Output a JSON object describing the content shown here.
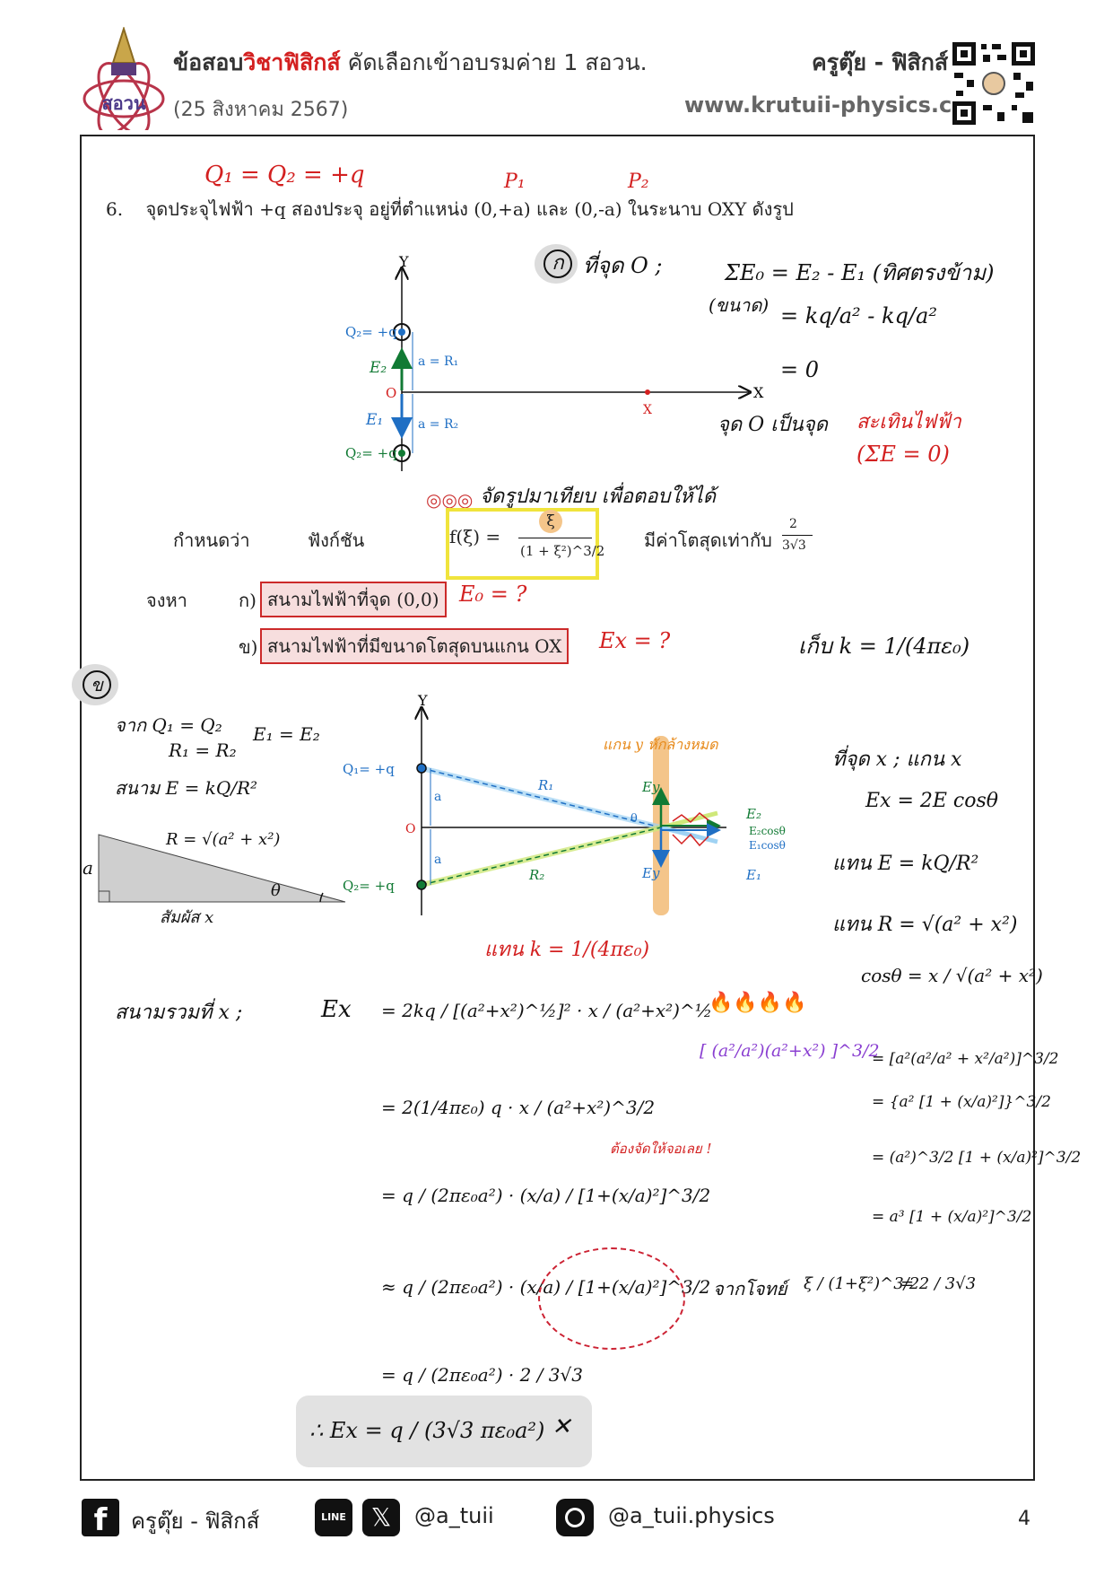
{
  "header": {
    "logo_top": "สอวน",
    "title_prefix": "ข้อสอบ",
    "title_subject": "วิชาฟิสิกส์",
    "title_suffix": " คัดเลือกเข้าอบรมค่าย 1 สอวน.",
    "date": "(25 สิงหาคม 2567)",
    "teacher": "ครูตุ๊ย - ฟิสิกส์",
    "website": "www.krutuii-physics.com"
  },
  "problem": {
    "annot_charges": "Q₁ = Q₂ = +q",
    "annot_p1": "P₁",
    "annot_p2": "P₂",
    "number": "6.",
    "statement": "จุดประจุไฟฟ้า +q สองประจุ อยู่ที่ตำแหน่ง (0,+a) และ (0,-a) ในระนาบ OXY ดังรูป",
    "define_label": "กำหนดว่า",
    "function_label": "ฟังก์ชัน",
    "function_lhs": "f(ξ) =",
    "function_num": "ξ",
    "function_den": "(1 + ξ²)^3/2",
    "max_text": "มีค่าโตสุดเท่ากับ",
    "max_num": "2",
    "max_den": "3√3",
    "find_label": "จงหา",
    "part_a_label": "ก)",
    "part_a": "สนามไฟฟ้าที่จุด (0,0)",
    "part_a_annot": "E₀ = ?",
    "part_b_label": "ข)",
    "part_b": "สนามไฟฟ้าที่มีขนาดโตสุดบนแกน OX",
    "part_b_annot": "Ex = ?",
    "hint_k": "เก็บ  k = 1/(4πε₀)",
    "compare_note": "จัดรูปมาเทียบ เพื่อตอบให้ได้"
  },
  "solution_a": {
    "badge": "ก",
    "heading": "ที่จุด O ;",
    "line1": "ΣE₀  =  E₂ - E₁   (ทิศตรงข้าม)",
    "size_label": "(ขนาด)",
    "line2": "=  kq/a²  -  kq/a²",
    "line3": "=  0",
    "conclusion": "จุด O  เป็นจุด",
    "neutral": "สะเทินไฟฟ้า",
    "neutral_eq": "(ΣE = 0)"
  },
  "figure1": {
    "axis_y": "Y",
    "axis_x": "X",
    "origin": "O",
    "x_marker": "X",
    "q2_label": "Q₂= +q",
    "q1_label": "Q₂= +q",
    "e2": "E₂",
    "e1": "E₁",
    "r1": "a = R₁",
    "r2": "a = R₂"
  },
  "solution_b": {
    "badge": "ข",
    "from": "จาก   Q₁ = Q₂",
    "from2": "R₁ = R₂",
    "equal": "E₁ = E₂",
    "field_formula": "สนาม  E = kQ/R²",
    "hyp_label": "R = √(a² + x²)",
    "side_a": "a",
    "angle": "θ",
    "base": "สัมผัส  x",
    "at_x": "ที่จุด  x  ;  แกน x",
    "ex_eq": "Ex  =  2E cosθ",
    "sub_e": "แทน   E = kQ/R²",
    "sub_r": "แทน   R = √(a² + x²)",
    "cos_eq": "cosθ  =  x / √(a² + x²)",
    "y_cancel": "แกน y หักล้างหมด",
    "sub_k": "แทน  k = 1/(4πε₀)",
    "total_label": "สนามรวมที่ x ;",
    "ex_lhs": "Ex",
    "step1": "=  2kq / [(a²+x²)^½]²  ·  x / (a²+x²)^½",
    "step2": "=  2(1/4πε₀) q  ·  x / (a²+x²)^3/2",
    "must_fix": "ต้องจัดให้จอเลย !",
    "step3": "=  q / (2πε₀a²)  ·  (x/a) / [1+(x/a)²]^3/2",
    "step4": "≈  q / (2πε₀a²)  ·  (x/a) / [1+(x/a)²]^3/2",
    "from_given": "จากโจทย์",
    "given_fn": "ξ / (1+ξ²)^3/2",
    "given_val": "=  2 / 3√3",
    "step5": "=  q / (2πε₀a²)  ·  2 / 3√3",
    "side1": "[ (a²/a²)(a²+x²) ]^3/2",
    "side2": "= [a²(a²/a² + x²/a²)]^3/2",
    "side3": "= {a² [1 + (x/a)²]}^3/2",
    "side4": "= (a²)^3/2 [1 + (x/a)²]^3/2",
    "side5": "= a³ [1 + (x/a)²]^3/2",
    "fires": "🔥🔥🔥🔥",
    "answer": "∴ Ex  =  q / (3√3 πε₀a²)",
    "answer_mark": "✕"
  },
  "figure2": {
    "axis_y": "Y",
    "origin": "O",
    "q1": "Q₁= +q",
    "q2": "Q₂= +q",
    "a_top": "a",
    "a_bot": "a",
    "r1": "R₁",
    "r2": "R₂",
    "theta": "θ",
    "ey_top": "Ey",
    "ey_bot": "Ey",
    "e2": "E₂",
    "e1": "E₁",
    "e2cos": "E₂cosθ",
    "e1cos": "E₁cosθ"
  },
  "footer": {
    "facebook": "ครูตุ๊ย - ฟิสิกส์",
    "line_x": "@a_tuii",
    "line_icon": "LINE",
    "x_icon": "𝕏",
    "instagram": "@a_tuii.physics",
    "page": "4"
  },
  "colors": {
    "red": "#d32020",
    "green": "#117a34",
    "blue": "#1f6fc4",
    "yellow": "#f0e43c",
    "orange": "#f4c58a",
    "purple": "#8a3fd1"
  }
}
